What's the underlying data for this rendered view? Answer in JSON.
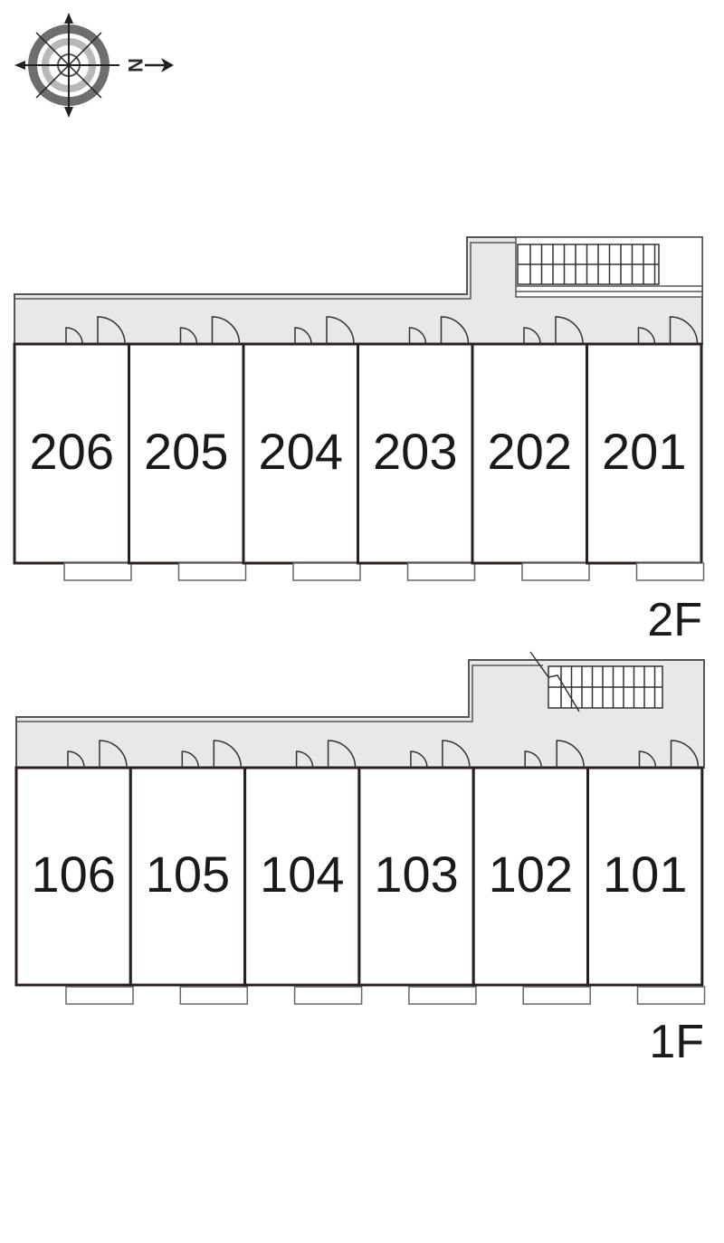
{
  "compass": {
    "letter": "N",
    "icon": "compass-rose-icon"
  },
  "floors": [
    {
      "id": "2f",
      "label": "2F",
      "units": [
        "206",
        "205",
        "204",
        "203",
        "202",
        "201"
      ]
    },
    {
      "id": "1f",
      "label": "1F",
      "units": [
        "106",
        "105",
        "104",
        "103",
        "102",
        "101"
      ]
    }
  ],
  "colors": {
    "wall": "#2b1f1f",
    "corridor": "#e8e8e8",
    "line": "#555555"
  }
}
